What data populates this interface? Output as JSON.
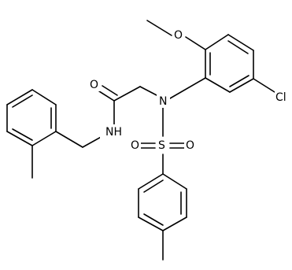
{
  "atom_labels": {
    "methoxy_oxygen": "O",
    "chlorine": "Cl",
    "carbonyl_oxygen": "O",
    "sulfonamide_nitrogen": "N",
    "amide_nh": "NH",
    "sulfonyl_oxygen_left": "O",
    "sulfur": "S",
    "sulfonyl_oxygen_right": "O"
  },
  "colors": {
    "bond": "#000000",
    "text": "#000000",
    "background": "#ffffff"
  }
}
